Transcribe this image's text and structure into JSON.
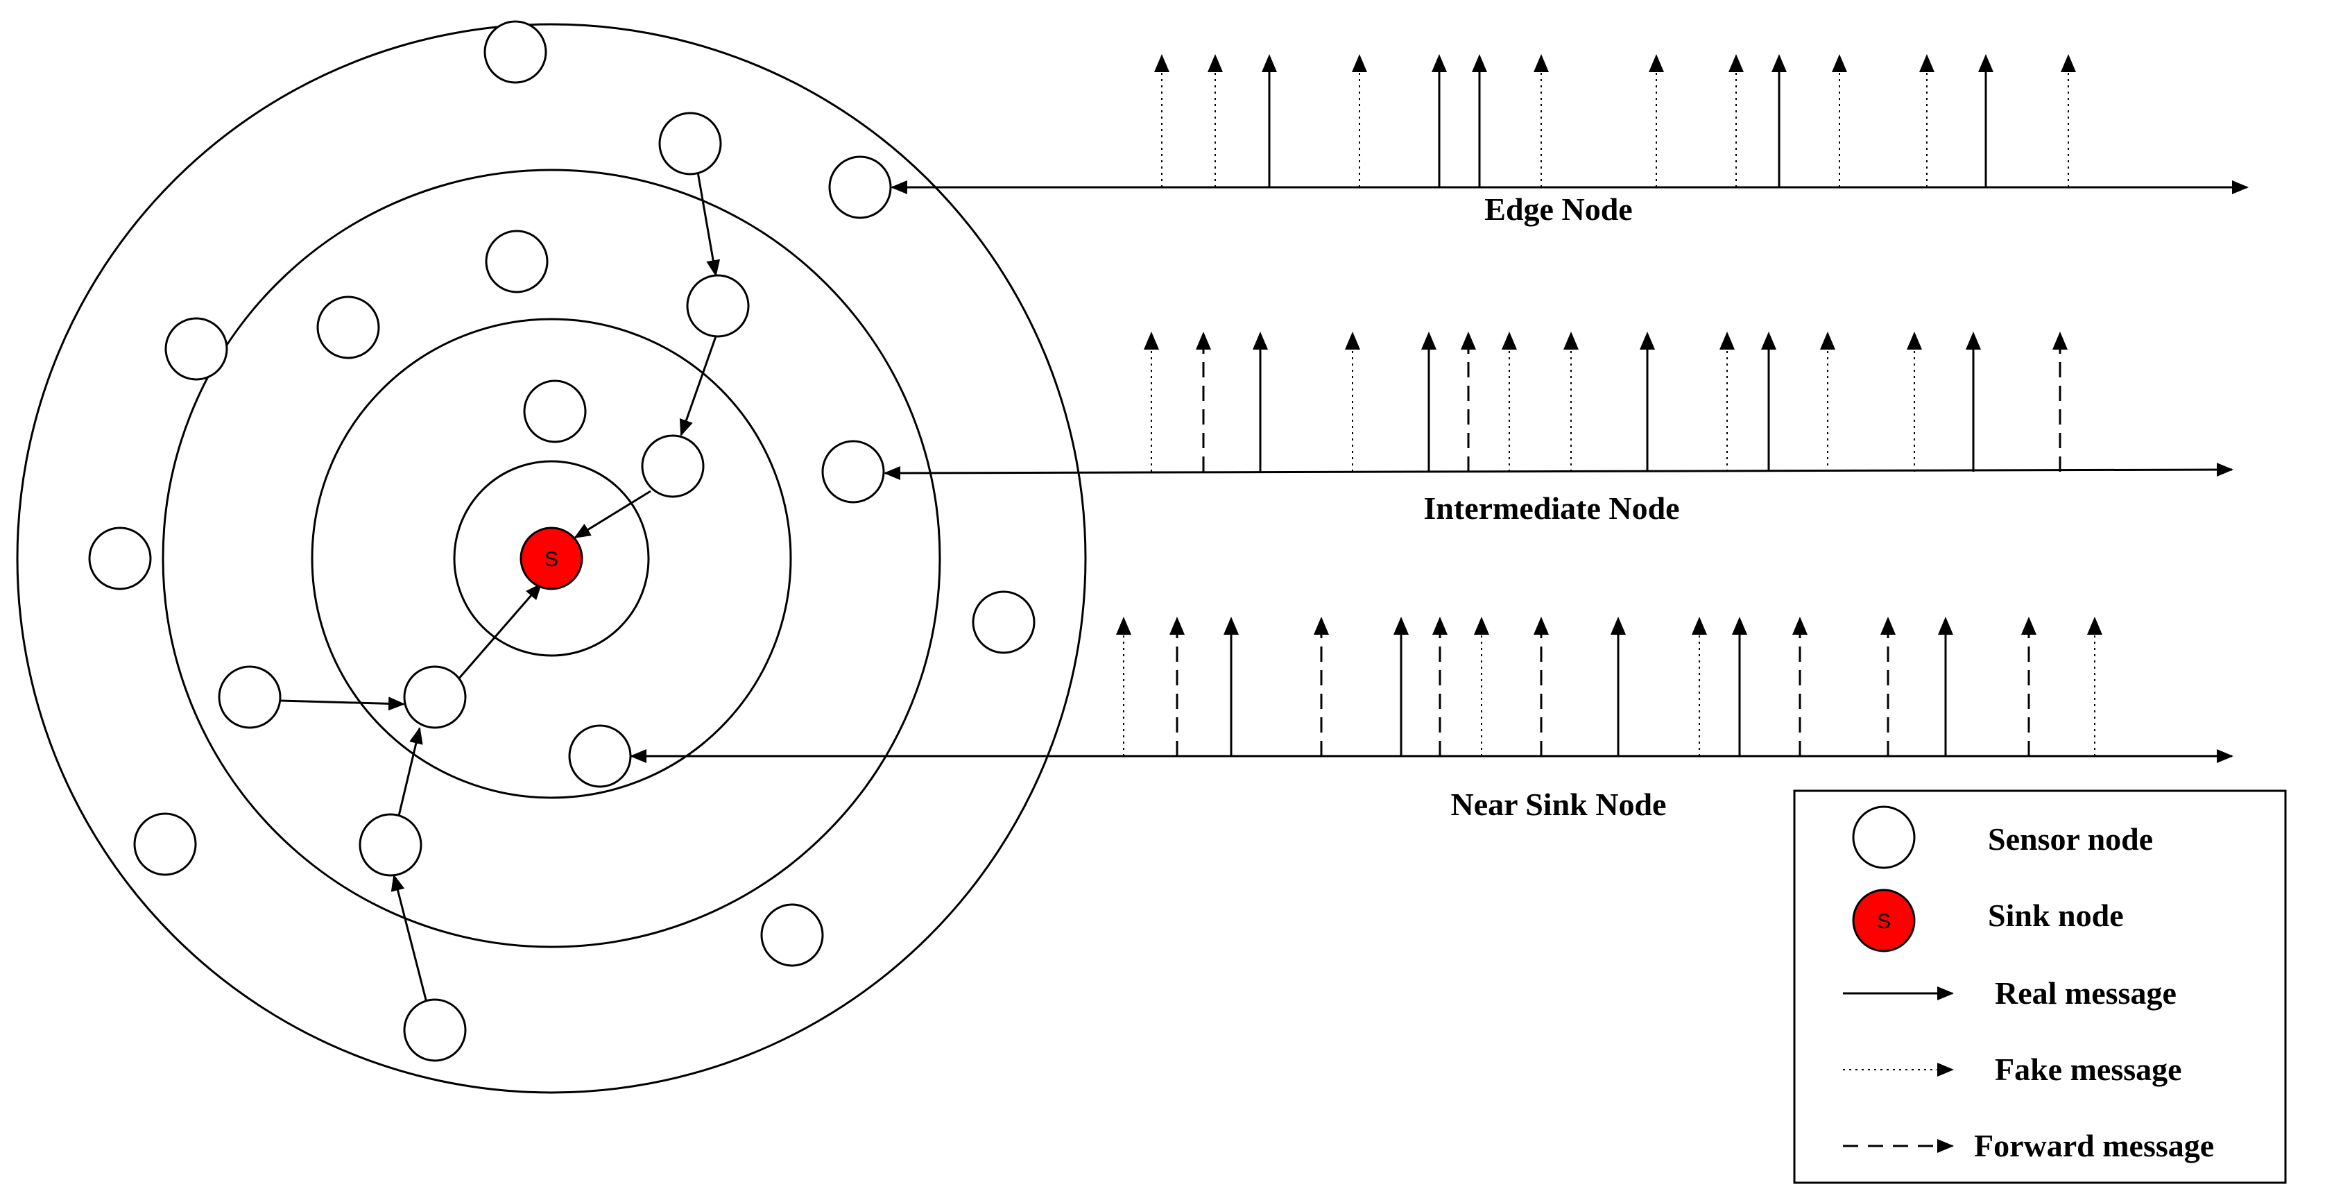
{
  "colors": {
    "sink_fill": "#ff0000",
    "sensor_fill": "#ffffff",
    "stroke": "#000000"
  },
  "sink": {
    "letter": "S"
  },
  "tracks": [
    {
      "label": "Edge Node",
      "messages": [
        "fake",
        "fake",
        "real",
        "fake",
        "real",
        "real",
        "fake",
        "fake",
        "fake",
        "real",
        "fake",
        "fake",
        "real",
        "fake"
      ]
    },
    {
      "label": "Intermediate Node",
      "messages": [
        "fake",
        "forward",
        "real",
        "fake",
        "real",
        "forward",
        "fake",
        "fake",
        "real",
        "fake",
        "real",
        "fake",
        "fake",
        "real",
        "forward"
      ]
    },
    {
      "label": "Near Sink Node",
      "messages": [
        "fake",
        "forward",
        "real",
        "forward",
        "real",
        "forward",
        "fake",
        "forward",
        "real",
        "fake",
        "real",
        "forward",
        "forward",
        "real",
        "forward",
        "fake"
      ]
    }
  ],
  "legend": {
    "sensor_node": "Sensor node",
    "sink_node": "Sink node",
    "sink_letter": "S",
    "real_message": "Real message",
    "fake_message": "Fake message",
    "forward_message": "Forward message"
  }
}
